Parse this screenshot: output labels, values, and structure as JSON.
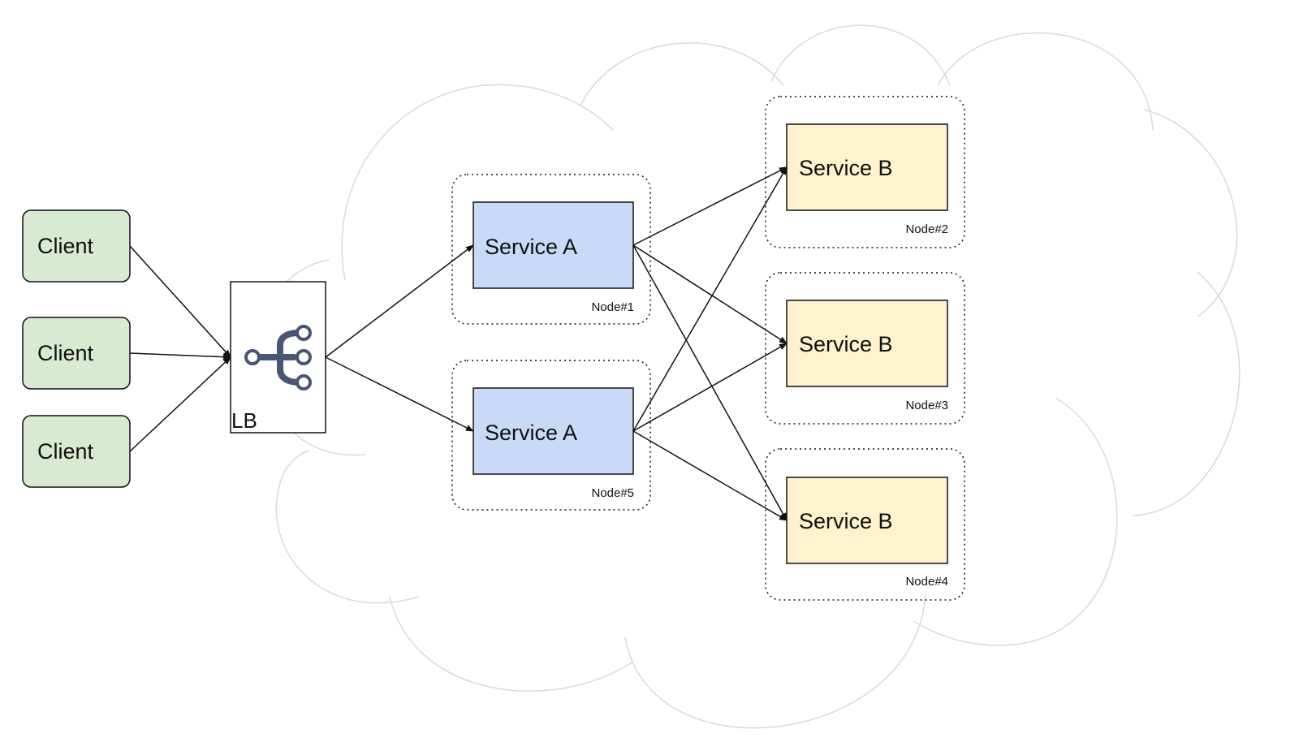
{
  "colors": {
    "client_fill": "#d9ead3",
    "service_a_fill": "#c9daf8",
    "service_b_fill": "#fff2cc",
    "cloud_stroke": "#d9d9d9",
    "lb_icon": "#4a5675"
  },
  "clients": [
    {
      "id": "client-1",
      "label": "Client"
    },
    {
      "id": "client-2",
      "label": "Client"
    },
    {
      "id": "client-3",
      "label": "Client"
    }
  ],
  "load_balancer": {
    "label": "LB",
    "icon": "fork-icon"
  },
  "nodes": [
    {
      "id": "node-1",
      "label": "Node#1",
      "service": {
        "id": "service-a-1",
        "label": "Service A",
        "kind": "service_a"
      }
    },
    {
      "id": "node-5",
      "label": "Node#5",
      "service": {
        "id": "service-a-2",
        "label": "Service A",
        "kind": "service_a"
      }
    },
    {
      "id": "node-2",
      "label": "Node#2",
      "service": {
        "id": "service-b-1",
        "label": "Service B",
        "kind": "service_b"
      }
    },
    {
      "id": "node-3",
      "label": "Node#3",
      "service": {
        "id": "service-b-2",
        "label": "Service B",
        "kind": "service_b"
      }
    },
    {
      "id": "node-4",
      "label": "Node#4",
      "service": {
        "id": "service-b-3",
        "label": "Service B",
        "kind": "service_b"
      }
    }
  ],
  "edges": [
    {
      "from": "client-1",
      "to": "lb"
    },
    {
      "from": "client-2",
      "to": "lb"
    },
    {
      "from": "client-3",
      "to": "lb"
    },
    {
      "from": "lb",
      "to": "service-a-1"
    },
    {
      "from": "lb",
      "to": "service-a-2"
    },
    {
      "from": "service-a-1",
      "to": "service-b-1"
    },
    {
      "from": "service-a-1",
      "to": "service-b-2"
    },
    {
      "from": "service-a-1",
      "to": "service-b-3"
    },
    {
      "from": "service-a-2",
      "to": "service-b-1"
    },
    {
      "from": "service-a-2",
      "to": "service-b-2"
    },
    {
      "from": "service-a-2",
      "to": "service-b-3"
    }
  ]
}
